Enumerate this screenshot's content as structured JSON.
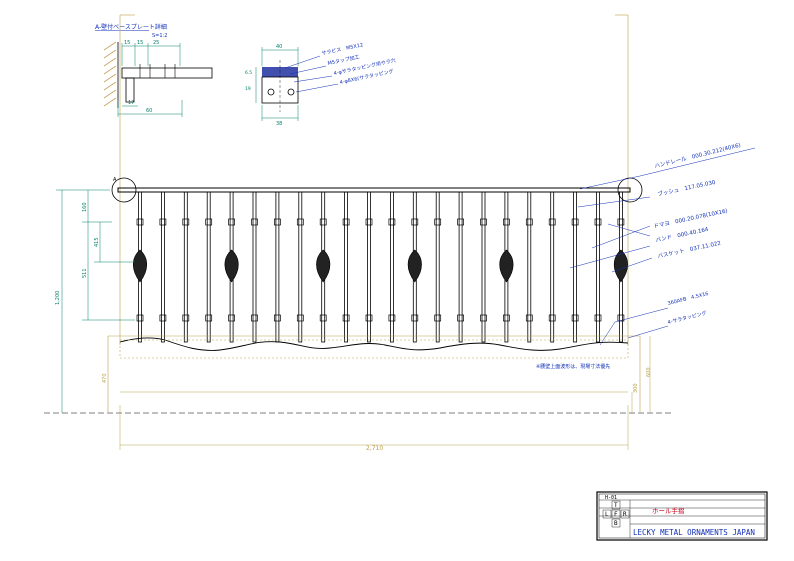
{
  "detail": {
    "title": "A-壁付ベースプレート詳細",
    "scale": "S=1:2",
    "dims": {
      "a": "15",
      "b": "25",
      "c": "17",
      "d": "60"
    }
  },
  "section": {
    "top_dim": "40",
    "bottom_dim": "38",
    "left_dims": [
      "19",
      "6.5"
    ],
    "callouts": [
      "サラビス　M5X12",
      "M5タップ加工",
      "4-φサラタッピング用サラ穴",
      "4-φ8X6(サラタッピング"
    ]
  },
  "callouts": {
    "handrail": "ハンドレール　000.30.212(40X6)",
    "bush": "ブッシュ　117.05.030",
    "koma": "ドマヨ　000.20.078(10X16)",
    "band": "バンド　000.40.164",
    "basket": "バスケット　037.11.022",
    "bar": "360AFB　4.5X16",
    "tapping": "4-サラタッピング"
  },
  "dims": {
    "d160": "160",
    "d415": "415",
    "d511": "511",
    "d1200": "1,200",
    "d470": "470",
    "d300": "300",
    "d600": "600",
    "width": "2,710"
  },
  "note": "※腰壁上面波形は、現場寸法優先",
  "title_block": {
    "no": "H-01",
    "name_label": "ホール手摺",
    "scale_letters": [
      "T",
      "L",
      "F",
      "R",
      "B"
    ],
    "company": "LECKY METAL ORNAMENTS JAPAN"
  },
  "colors": {
    "line": "#000000",
    "dim": "#00806a",
    "guide": "#b7a24a",
    "callout": "#1230b8",
    "hatch": "#c8a258",
    "title_red": "#c0001c"
  }
}
